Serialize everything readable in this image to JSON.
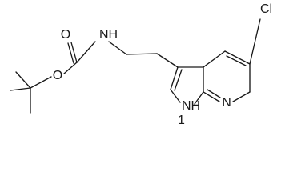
{
  "molecule": {
    "atoms": {
      "carbonyl_oxygen": "O",
      "ester_oxygen": "O",
      "carbamate_nitrogen": "NH",
      "chlorine": "Cl",
      "pyridine_nitrogen": "N",
      "pyrrole_nitrogen": "NH",
      "pyrrole_position": "1"
    }
  }
}
